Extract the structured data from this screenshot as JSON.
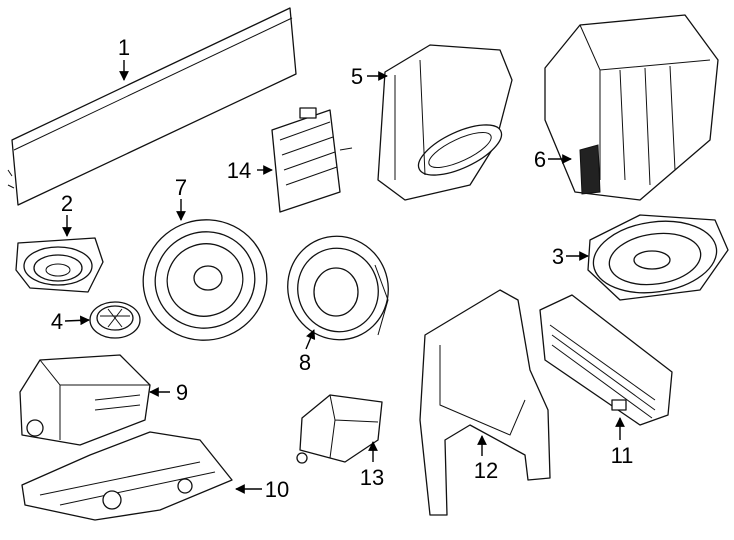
{
  "callouts": [
    {
      "id": "c1",
      "label": "1"
    },
    {
      "id": "c2",
      "label": "2"
    },
    {
      "id": "c3",
      "label": "3"
    },
    {
      "id": "c4",
      "label": "4"
    },
    {
      "id": "c5",
      "label": "5"
    },
    {
      "id": "c6",
      "label": "6"
    },
    {
      "id": "c7",
      "label": "7"
    },
    {
      "id": "c8",
      "label": "8"
    },
    {
      "id": "c9",
      "label": "9"
    },
    {
      "id": "c10",
      "label": "10"
    },
    {
      "id": "c11",
      "label": "11"
    },
    {
      "id": "c12",
      "label": "12"
    },
    {
      "id": "c13",
      "label": "13"
    },
    {
      "id": "c14",
      "label": "14"
    }
  ],
  "colors": {
    "line": "#111111",
    "background": "#ffffff"
  }
}
